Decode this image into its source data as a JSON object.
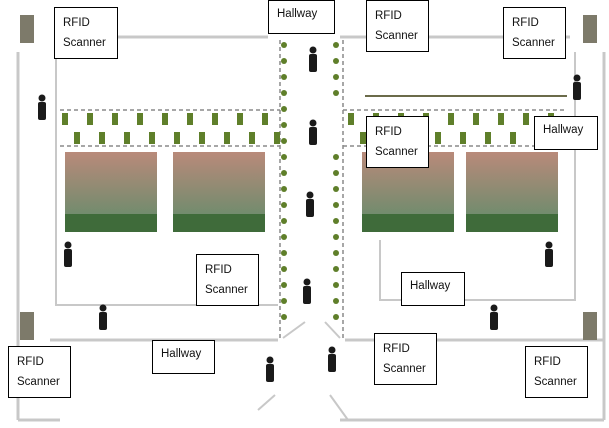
{
  "labels": {
    "rfid_line1": "RFID",
    "rfid_line2": "Scanner",
    "hallway": "Hallway"
  },
  "colors": {
    "wall": "#bdbdbd",
    "corridor_dash": "#8a8a8a",
    "plant": "#5f7f2a",
    "person": "#1a1a1a",
    "photo_top": "#b98a7a",
    "photo_bottom": "#5e8c6a"
  }
}
